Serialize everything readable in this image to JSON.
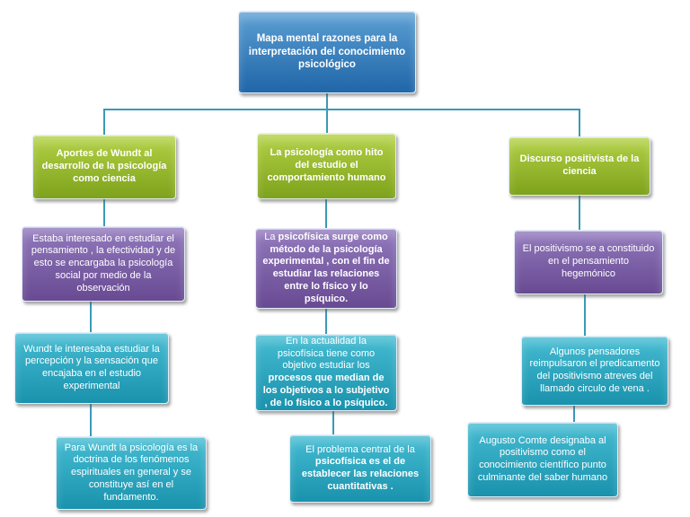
{
  "colors": {
    "connector": "#3a9ab8",
    "root_top": "#5b9fd4",
    "root_bottom": "#2066a8",
    "green_top": "#b3d145",
    "green_bottom": "#7ea21c",
    "purple_top": "#9279bd",
    "purple_bottom": "#684a92",
    "teal_top": "#45bcd2",
    "teal_bottom": "#1a92ad"
  },
  "nodes": {
    "root": {
      "text": "Mapa mental razones para la interpretación del conocimiento psicológico"
    },
    "branch_wundt": {
      "text": "Aportes de Wundt al desarrollo de la psicología como ciencia"
    },
    "branch_psicologia": {
      "text": "La psicología como hito del estudio el comportamiento humano"
    },
    "branch_positivismo": {
      "text": "Discurso positivista de la ciencia"
    },
    "wundt_interes": {
      "text": "Estaba interesado en estudiar el pensamiento , la efectividad y de esto se encargaba la psicología social por medio de la observación"
    },
    "psicofisica_metodo": {
      "segments": [
        {
          "t": "La ",
          "b": false
        },
        {
          "t": "psicofísica surge como método de la psicología experimental , con el fin de estudiar las relaciones entre lo físico y lo psíquico.",
          "b": true
        }
      ]
    },
    "positivismo_hegemonico": {
      "text": "El positivismo se a constituido en el pensamiento hegemónico"
    },
    "wundt_percepcion": {
      "text": "Wundt le interesaba estudiar la percepción y la sensación que encajaba en el estudio experimental"
    },
    "psicofisica_actualidad": {
      "segments": [
        {
          "t": "En la actualidad la psicofísica tiene como objetivo estudiar los ",
          "b": false
        },
        {
          "t": "procesos que median de los objetivos a lo subjetivo , de lo físico a lo psíquico.",
          "b": true
        }
      ]
    },
    "pensadores": {
      "text": "Algunos pensadores reimpulsaron el predicamento del positivismo atreves del llamado circulo de vena ."
    },
    "wundt_doctrina": {
      "text": "Para Wundt la psicología es la doctrina de los fenómenos espirituales en general y se constituye así en el fundamento."
    },
    "psicofisica_problema": {
      "segments": [
        {
          "t": "El problema central de la ",
          "b": false
        },
        {
          "t": "psicofísica es el de establecer las relaciones cuantitativas .",
          "b": true
        }
      ]
    },
    "comte": {
      "text": "Augusto Comte designaba al positivismo como el conocimiento científico punto culminante del saber humano"
    }
  }
}
